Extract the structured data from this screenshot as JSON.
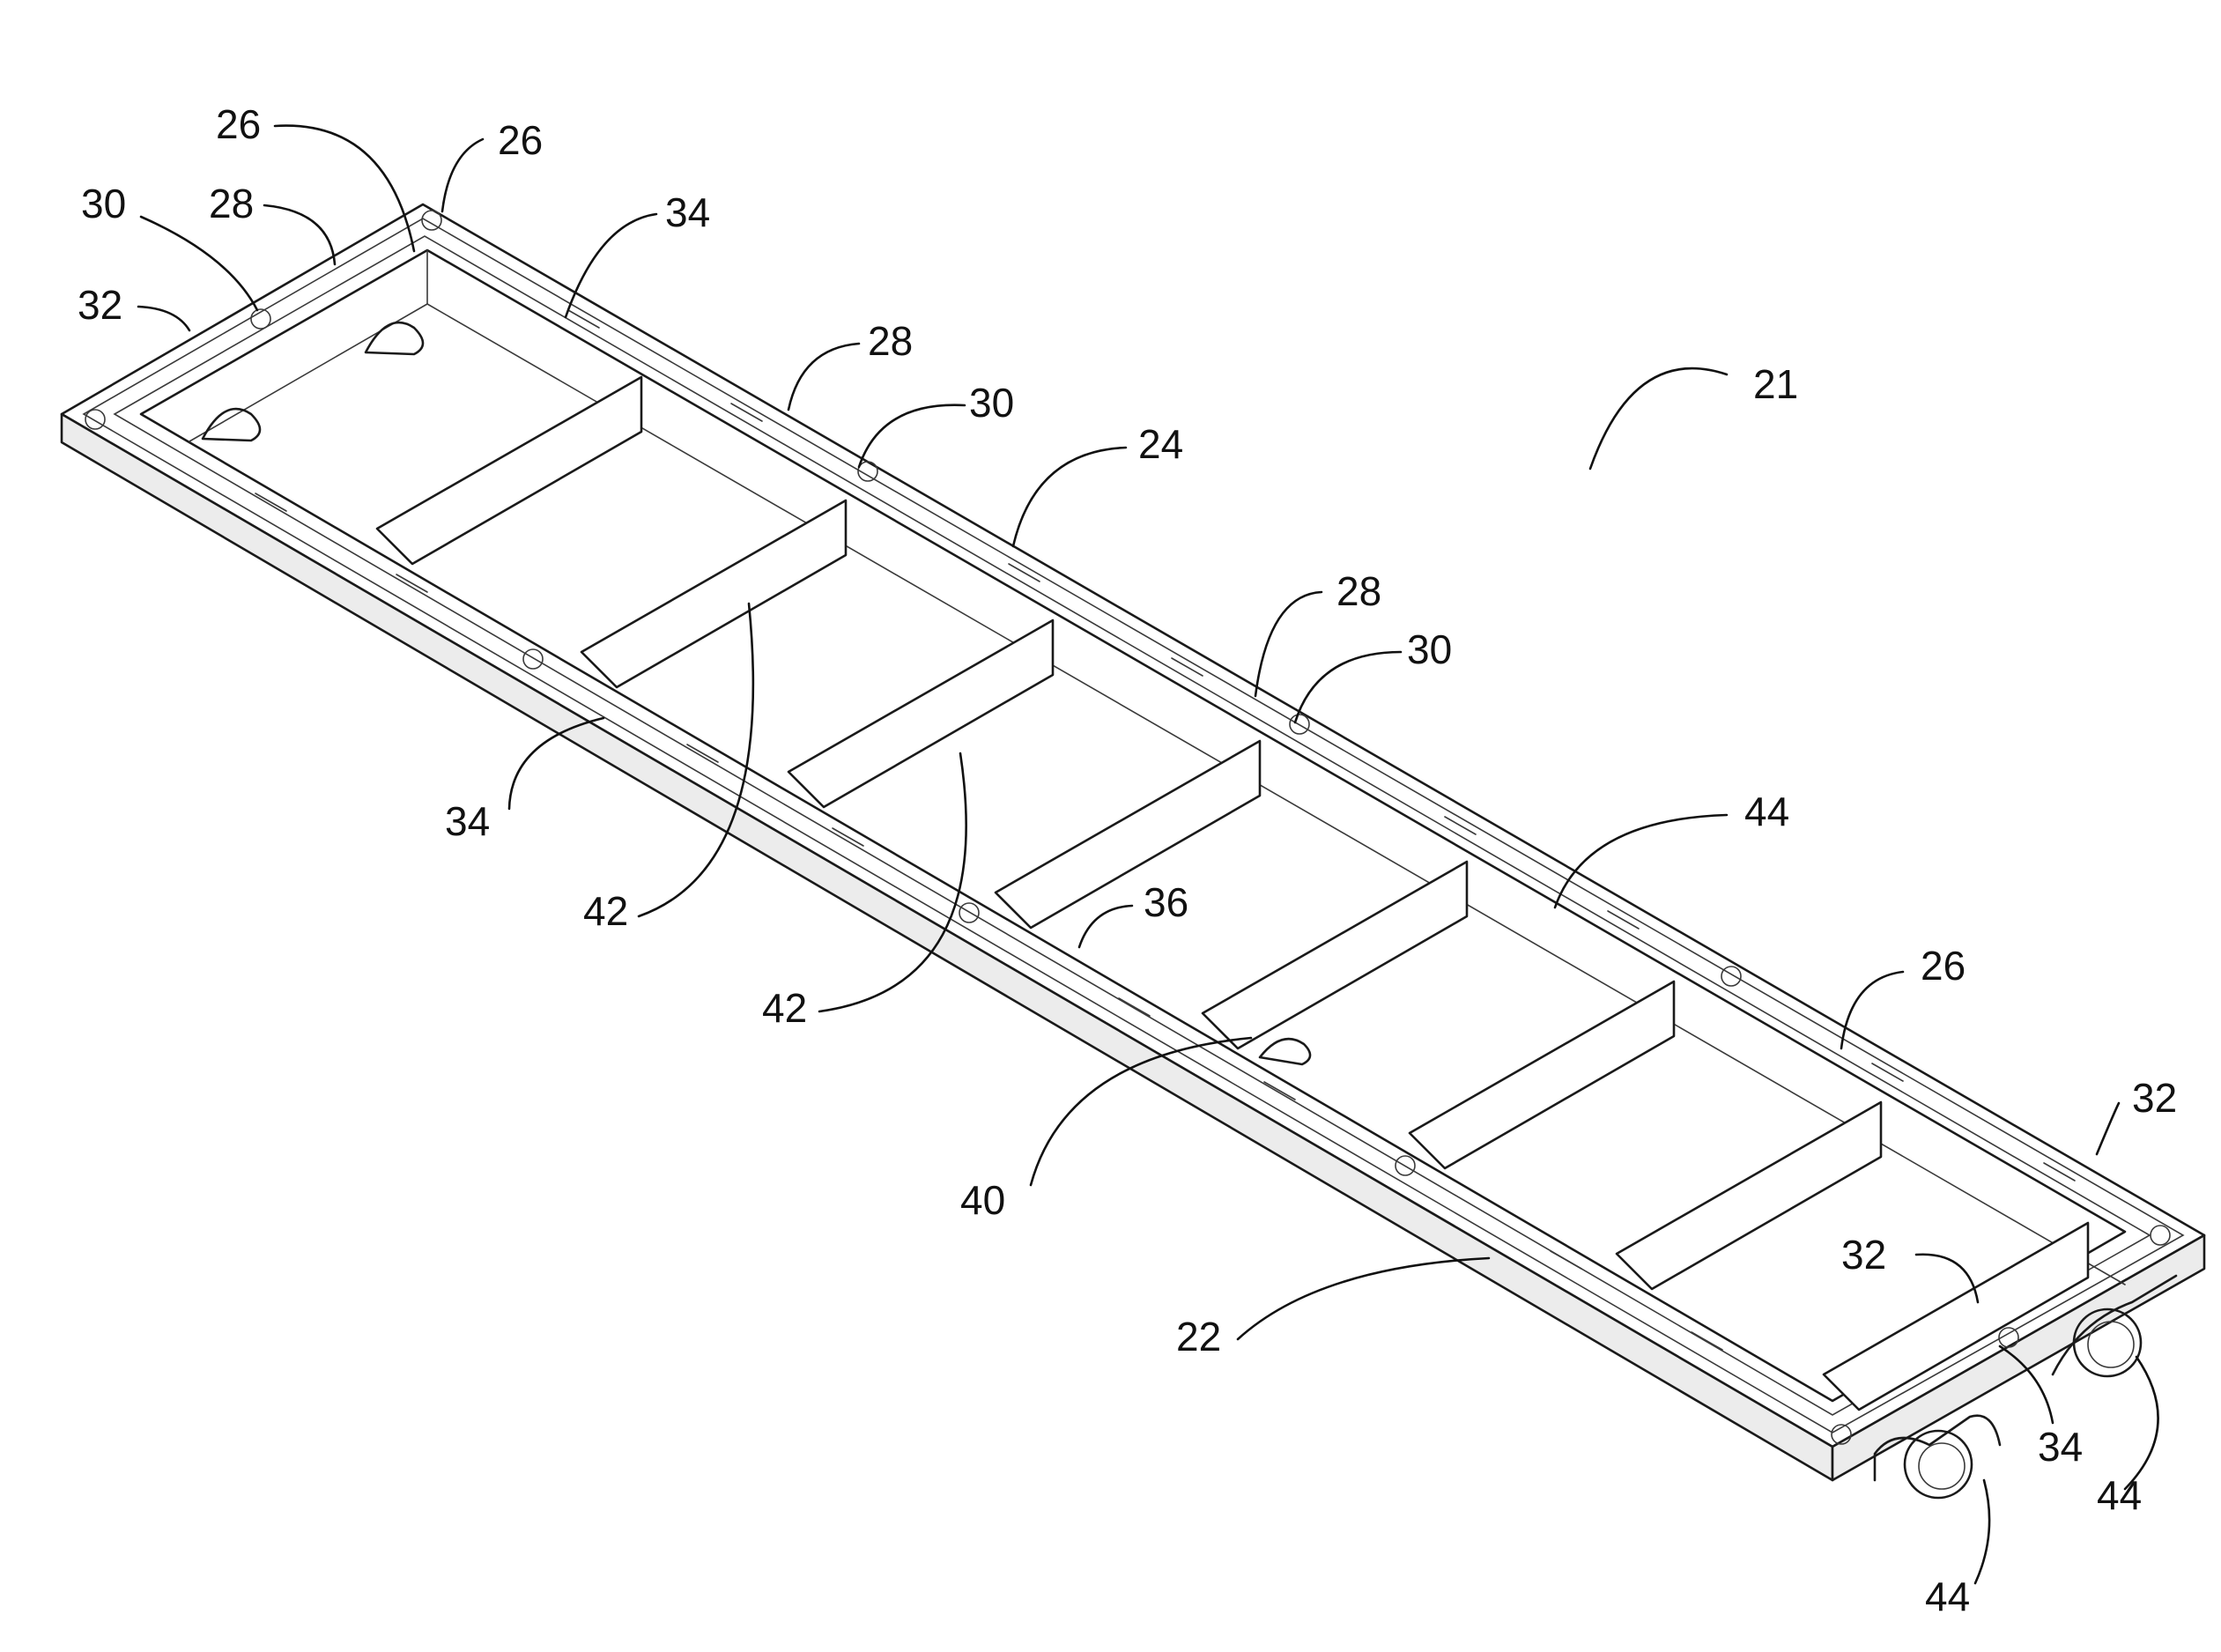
{
  "figure": {
    "assembly_label": "21",
    "labels": {
      "l26_top_a": "26",
      "l26_top_b": "26",
      "l30_top_left": "30",
      "l28_top_left": "28",
      "l32_top_left": "32",
      "l34_top": "34",
      "l28_mid_a": "28",
      "l30_mid_a": "30",
      "l24": "24",
      "l28_mid_b": "28",
      "l30_mid_b": "30",
      "l34_left": "34",
      "l42_a": "42",
      "l42_b": "42",
      "l44_right": "44",
      "l36": "36",
      "l26_right": "26",
      "l32_right": "32",
      "l40": "40",
      "l32_lower_right": "32",
      "l22": "22",
      "l34_lower_right": "34",
      "l44_lower_a": "44",
      "l44_lower_b": "44"
    }
  }
}
